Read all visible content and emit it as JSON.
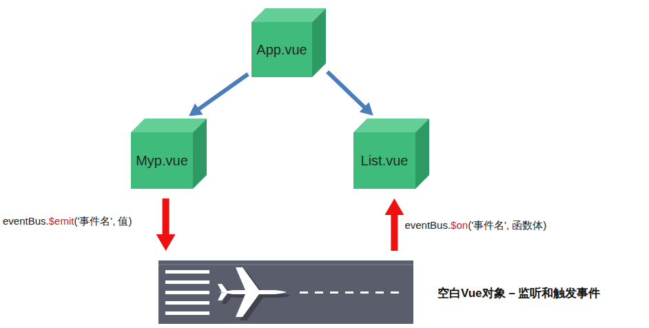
{
  "diagram": {
    "nodes": [
      {
        "text": [
          "App.vue"
        ]
      },
      {
        "text": [
          "Myp.vue"
        ]
      },
      {
        "text": [
          "List.vue"
        ]
      },
      {
        "text": [
          "空白Vue对象 – 监听和触发事件"
        ]
      }
    ],
    "edges": [
      {
        "from": 0,
        "to": 1,
        "arrow": "to"
      },
      {
        "from": 0,
        "to": 2,
        "arrow": "to"
      },
      {
        "from": 1,
        "to": 3,
        "arrow": "to",
        "label": "eventBus.$emit('事件名', 值)"
      },
      {
        "from": 3,
        "to": 2,
        "arrow": "to",
        "label": "eventBus.$on('事件名', 函数体)"
      }
    ]
  }
}
